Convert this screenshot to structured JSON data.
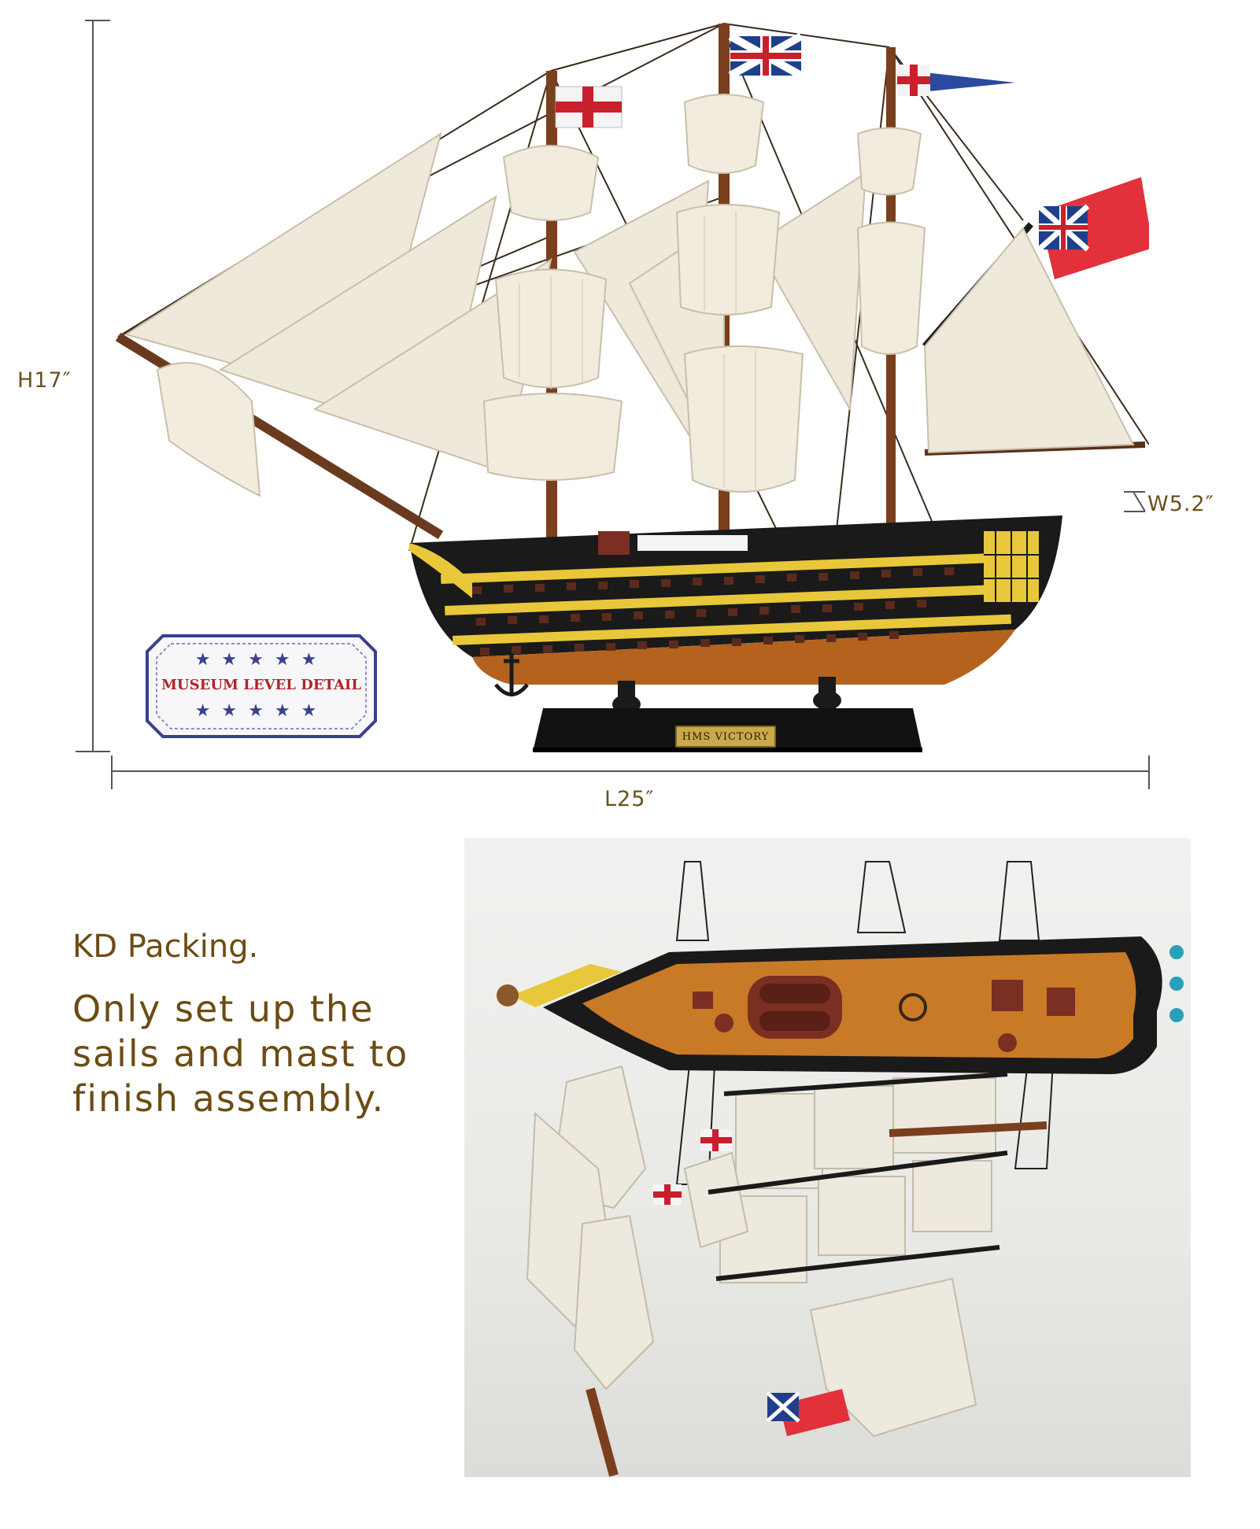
{
  "dimensions": {
    "height_label": "H17″",
    "width_label": "W5.2″",
    "length_label": "L25″"
  },
  "badge": {
    "text": "MUSEUM LEVEL DETAIL"
  },
  "nameplate": {
    "text": "HMS VICTORY"
  },
  "assembly": {
    "heading": "KD Packing.",
    "line1": "Only set up the",
    "line2": "sails and mast to",
    "line3": "finish assembly."
  },
  "colors": {
    "text_brown": "#6b4c12",
    "dimension_gray": "#555555",
    "badge_red": "#b5232d",
    "badge_navy": "#3a3f8f",
    "hull_yellow": "#e8c83a",
    "hull_black": "#1a1a1a"
  }
}
